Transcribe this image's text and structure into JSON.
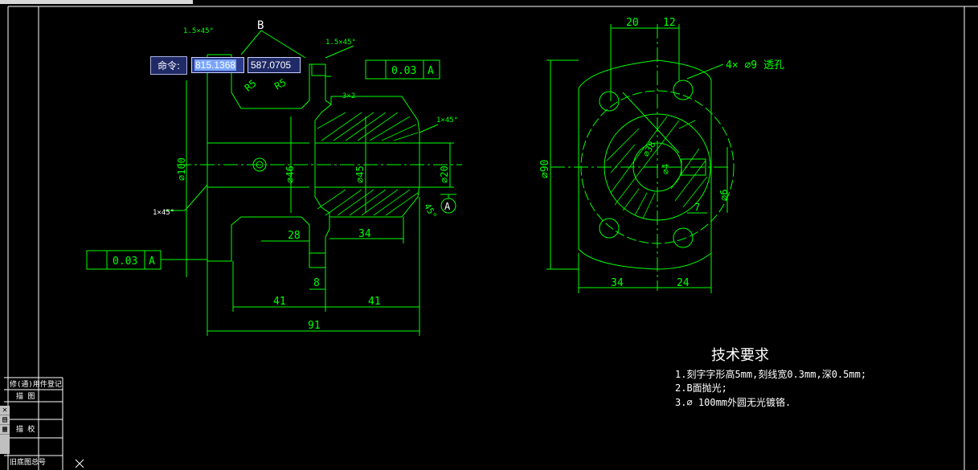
{
  "command": {
    "prompt": "命令:",
    "x_value": "815.1368",
    "y_value": "587.0705"
  },
  "colors": {
    "background": "#000000",
    "lines": "#00ff00",
    "frame": "#ffffff",
    "tolerance_box": "#00ff00"
  },
  "title": {
    "tech_requirements": "技术要求",
    "notes": [
      "1.刻字字形高5mm,刻线宽0.3mm,深0.5mm;",
      "2.B面抛光;",
      "3.⌀ 100mm外圆无光镀铬."
    ]
  },
  "left_view": {
    "label_b": "B",
    "chamfer_top_left": "1.5×45°",
    "chamfer_top_right": "1.5×45°",
    "chamfer_right": "1×45°",
    "chamfer_left_bottom": "1×45°",
    "radius_1": "R5",
    "radius_2": "R5",
    "groove": "3×2",
    "tolerance_top": {
      "value": "0.03",
      "datum": "A"
    },
    "tolerance_left": {
      "value": "0.03",
      "datum": "A"
    },
    "dia_100": "⌀100",
    "dia_46": "⌀46",
    "dia_45": "⌀45",
    "dia_20": "⌀20",
    "angle_45": "45°",
    "datum_a": "A",
    "dim_28": "28",
    "dim_34": "34",
    "dim_8": "8",
    "dim_41_left": "41",
    "dim_41_right": "41",
    "dim_91": "91"
  },
  "right_view": {
    "dim_20": "20",
    "dim_12": "12",
    "holes": "4× ⌀9 透孔",
    "dia_90": "⌀90",
    "dia_38": "⌀38",
    "dia_4": "⌀4",
    "dim_6": "⌀6",
    "dim_7": "7",
    "dim_34": "34",
    "dim_24": "24"
  },
  "title_block": {
    "row1": "修(通)用件登记",
    "row2": "描 图",
    "row3": "描 校",
    "row4": "旧底图总号"
  }
}
